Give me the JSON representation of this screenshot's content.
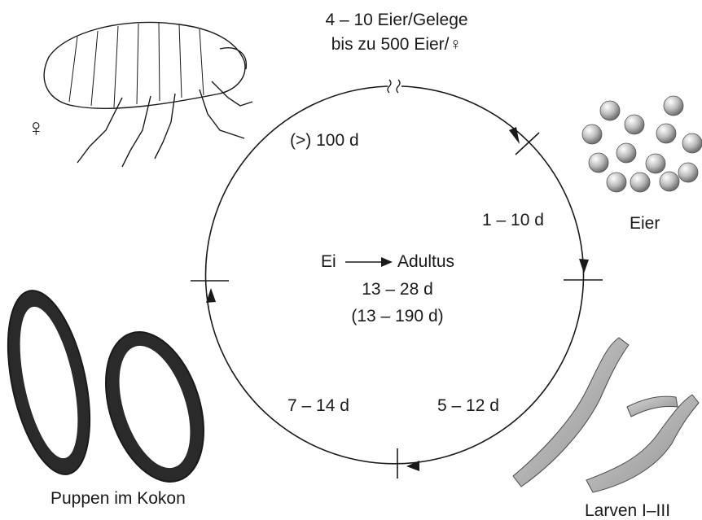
{
  "top_eggs_per_clutch": "4 – 10 Eier/Gelege",
  "top_eggs_total": "bis zu 500 Eier/♀",
  "female_symbol": "♀",
  "center_line1_from": "Ei",
  "center_line1_to": "Adultus",
  "center_line2": "13 – 28 d",
  "center_line3": "(13 – 190 d)",
  "stage_labels": {
    "eggs": "Eier",
    "larvae": "Larven I–III",
    "pupae": "Puppen im Kokon"
  },
  "durations": {
    "adult": "(>) 100 d",
    "egg": "1 – 10 d",
    "larva": "5 – 12 d",
    "pupa": "7 – 14 d"
  }
}
